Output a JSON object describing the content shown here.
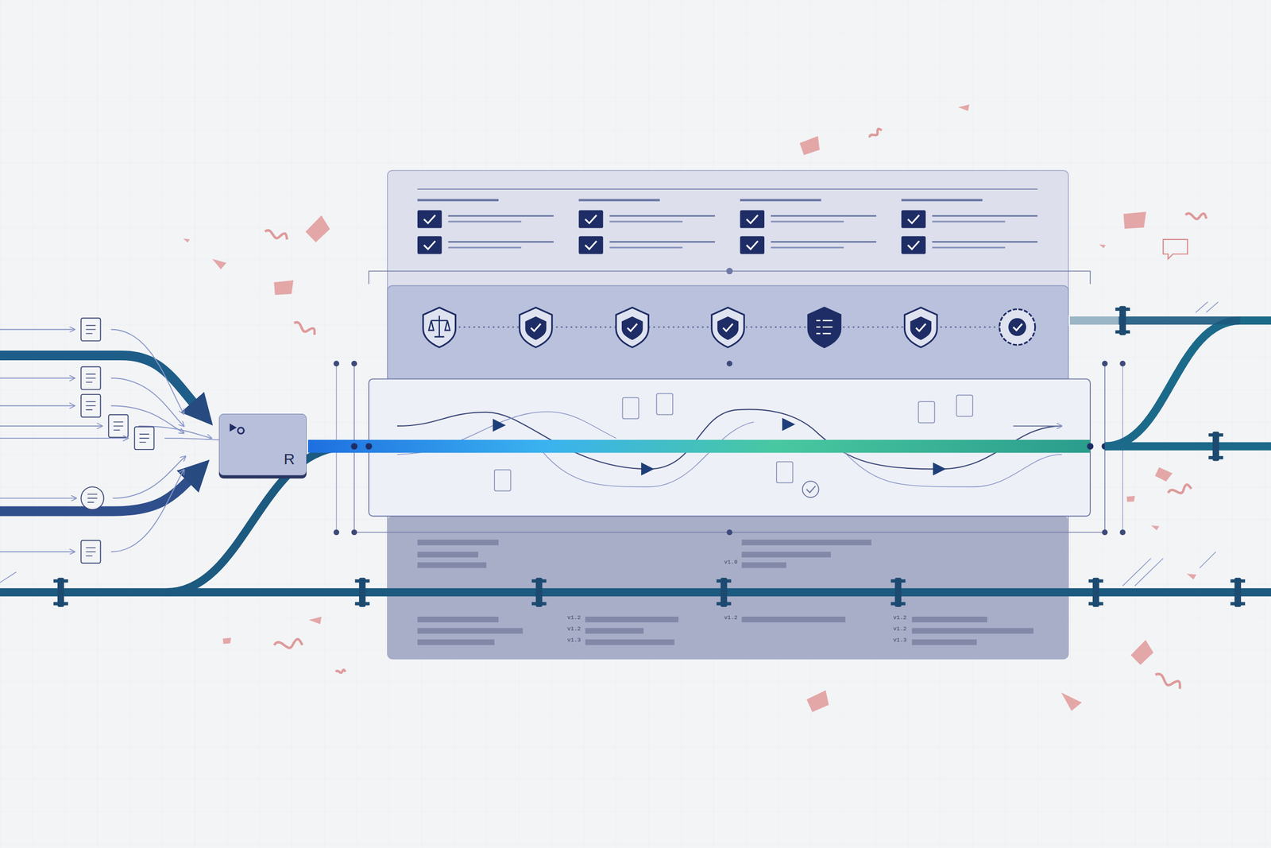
{
  "diagram": {
    "nodes": [
      {
        "text": [
          "R"
        ]
      }
    ],
    "labels": [
      "v1.0",
      "v1.2",
      "v1.2",
      "v1.3",
      "v1.2",
      "v1.2",
      "v1.2",
      "v1.3"
    ]
  }
}
